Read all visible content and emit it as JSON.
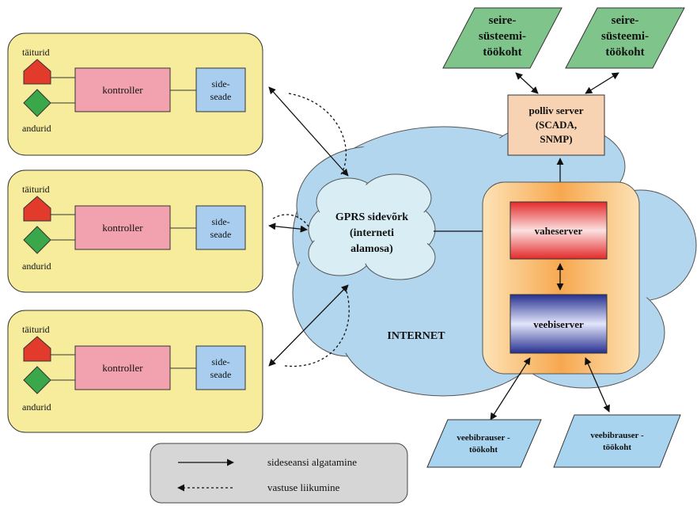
{
  "sites": [
    {
      "actuators_label": "täiturid",
      "sensors_label": "andurid",
      "controller_label": "kontroller",
      "comm_label_1": "side-",
      "comm_label_2": "seade"
    },
    {
      "actuators_label": "täiturid",
      "sensors_label": "andurid",
      "controller_label": "kontroller",
      "comm_label_1": "side-",
      "comm_label_2": "seade"
    },
    {
      "actuators_label": "täiturid",
      "sensors_label": "andurid",
      "controller_label": "kontroller",
      "comm_label_1": "side-",
      "comm_label_2": "seade"
    }
  ],
  "gprs": {
    "line1": "GPRS sidevõrk",
    "line2": "(interneti",
    "line3": "alamosa)"
  },
  "internet_label": "INTERNET",
  "workstations": [
    {
      "line1": "seire-",
      "line2": "süsteemi-",
      "line3": "töökoht"
    },
    {
      "line1": "seire-",
      "line2": "süsteemi-",
      "line3": "töökoht"
    }
  ],
  "polling_server": {
    "line1": "polliv server",
    "line2": "(SCADA,",
    "line3": "SNMP)"
  },
  "proxy_server": "vaheserver",
  "web_server": "veebiserver",
  "browsers": [
    {
      "line1": "veebibrauser  -",
      "line2": "töökoht"
    },
    {
      "line1": "veebibrauser  -",
      "line2": "töökoht"
    }
  ],
  "legend": {
    "solid_label": "sideseansi algatamine",
    "dashed_label": "vastuse liikumine"
  },
  "colors": {
    "site_bg": "#f6ec9c",
    "controller": "#f2a1ae",
    "comm": "#a9cdee",
    "actuator": "#e23b2b",
    "sensor": "#3aa84a",
    "workstation": "#7fc48a",
    "polling": "#f7d3b3",
    "browser": "#a9d4f0",
    "internet": "#b3d6ef",
    "gprs": "#d8eef4",
    "legend_bg": "#d6d6d6"
  }
}
